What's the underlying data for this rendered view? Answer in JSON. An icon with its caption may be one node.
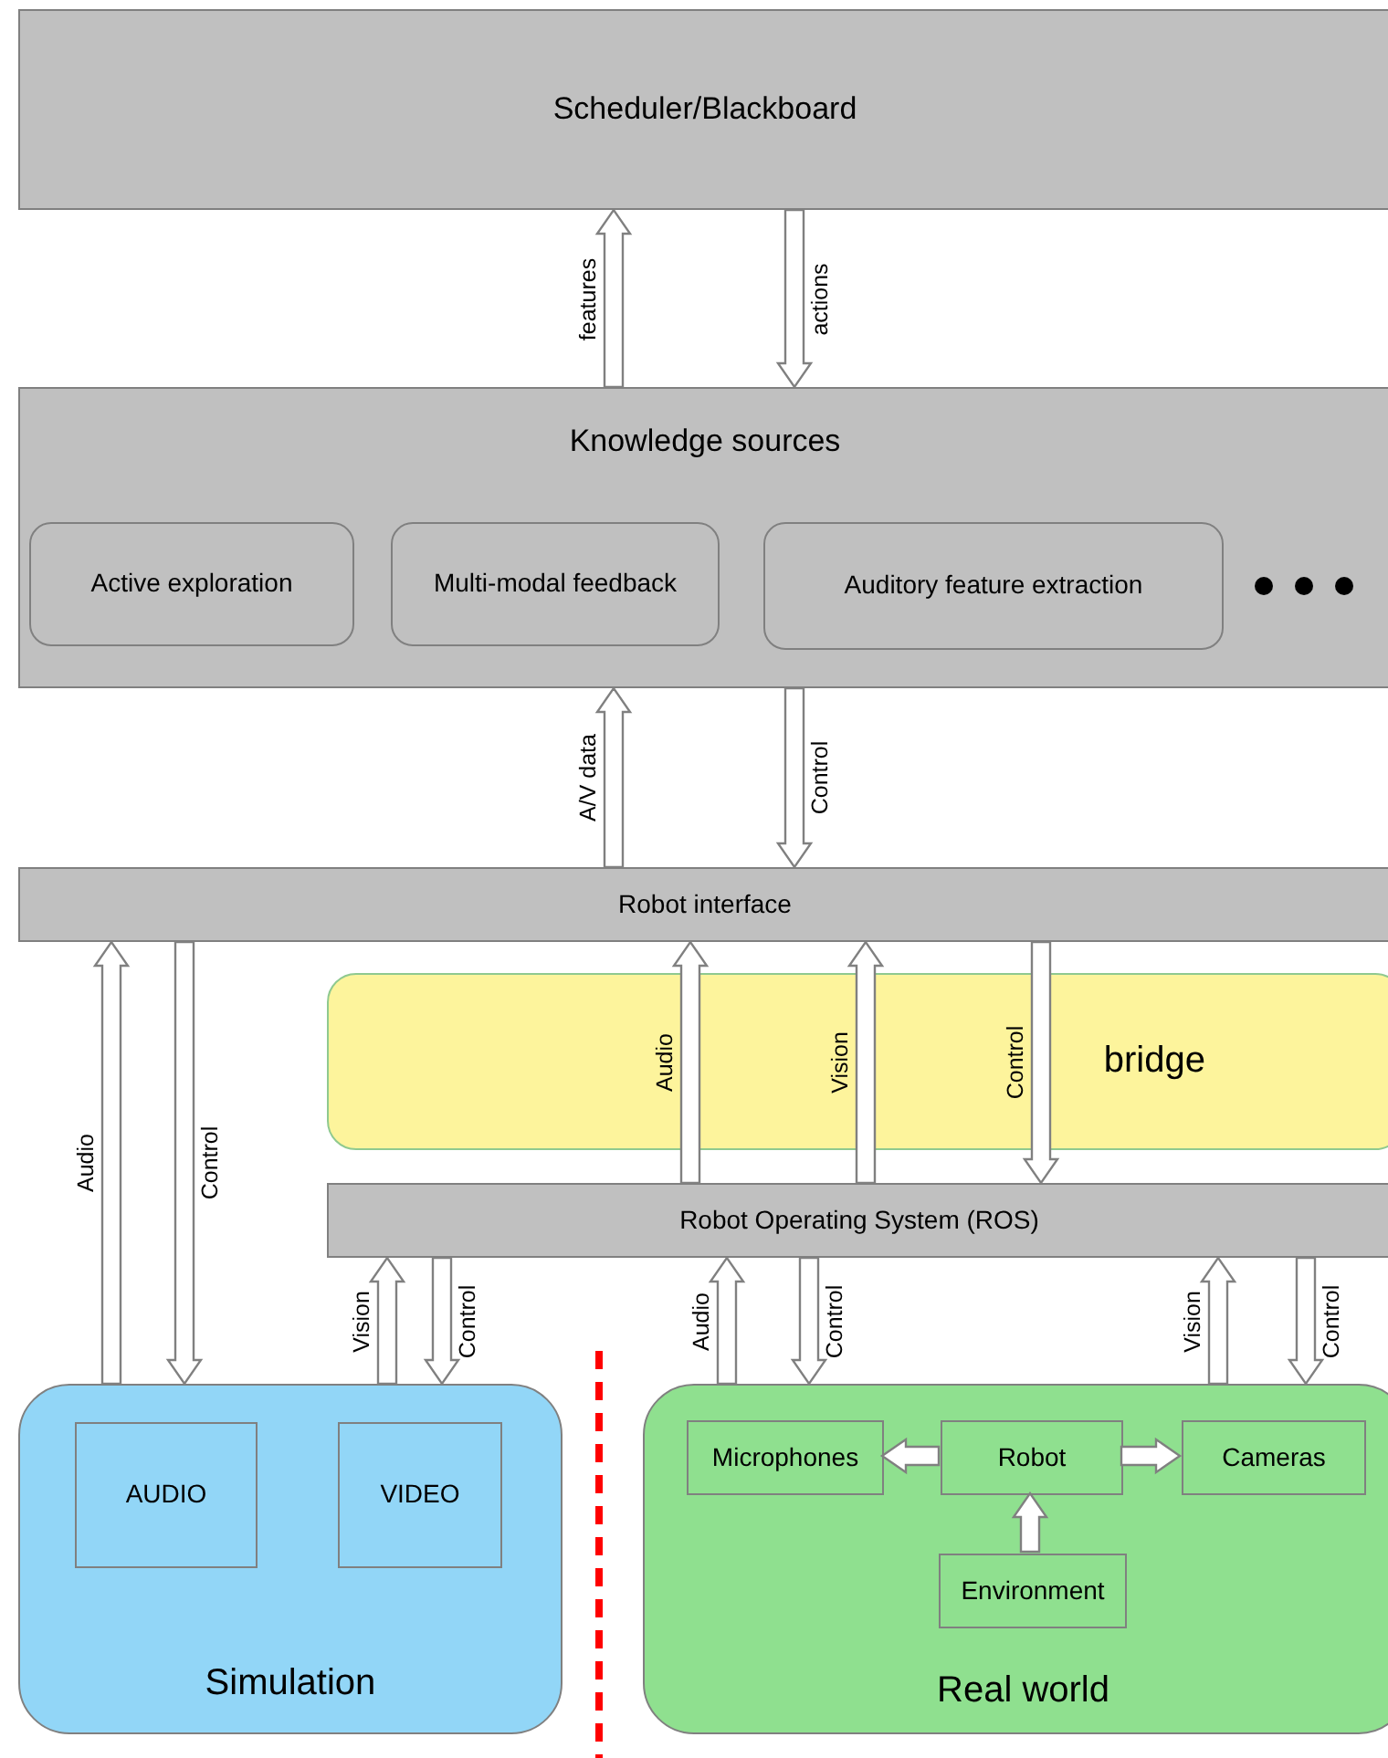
{
  "diagram": {
    "nodes": [
      {
        "text": [
          "Scheduler/Blackboard"
        ]
      },
      {
        "text": [
          "Knowledge sources"
        ]
      },
      {
        "text": [
          "Active exploration"
        ],
        "in": 1
      },
      {
        "text": [
          "Multi-modal feedback"
        ],
        "in": 1
      },
      {
        "text": [
          "Auditory feature extraction"
        ],
        "in": 1
      },
      {
        "text": [
          "Robot interface"
        ]
      },
      {
        "text": [
          "bridge"
        ]
      },
      {
        "text": [
          "Robot Operating System (ROS)"
        ]
      },
      {
        "text": [
          "Simulation"
        ]
      },
      {
        "text": [
          "AUDIO"
        ],
        "in": 8
      },
      {
        "text": [
          "VIDEO"
        ],
        "in": 8
      },
      {
        "text": [
          "Real world"
        ]
      },
      {
        "text": [
          "Microphones"
        ],
        "in": 11
      },
      {
        "text": [
          "Robot"
        ],
        "in": 11
      },
      {
        "text": [
          "Cameras"
        ],
        "in": 11
      },
      {
        "text": [
          "Environment"
        ],
        "in": 11
      }
    ],
    "edges": [
      {
        "from": 1,
        "to": 0,
        "arrow": "to",
        "label": "features"
      },
      {
        "from": 0,
        "to": 1,
        "arrow": "to",
        "label": "actions"
      },
      {
        "from": 5,
        "to": 1,
        "arrow": "to",
        "label": "A/V data"
      },
      {
        "from": 1,
        "to": 5,
        "arrow": "to",
        "label": "Control"
      },
      {
        "from": 8,
        "to": 5,
        "arrow": "to",
        "label": "Audio"
      },
      {
        "from": 5,
        "to": 8,
        "arrow": "to",
        "label": "Control"
      },
      {
        "from": 7,
        "to": 5,
        "arrow": "to",
        "label": "Audio"
      },
      {
        "from": 7,
        "to": 5,
        "arrow": "to",
        "label": "Vision"
      },
      {
        "from": 5,
        "to": 7,
        "arrow": "to",
        "label": "Control"
      },
      {
        "from": 8,
        "to": 7,
        "arrow": "to",
        "label": "Vision"
      },
      {
        "from": 7,
        "to": 8,
        "arrow": "to",
        "label": "Control"
      },
      {
        "from": 11,
        "to": 7,
        "arrow": "to",
        "label": "Audio"
      },
      {
        "from": 7,
        "to": 11,
        "arrow": "to",
        "label": "Control"
      },
      {
        "from": 11,
        "to": 7,
        "arrow": "to",
        "label": "Vision"
      },
      {
        "from": 7,
        "to": 11,
        "arrow": "to",
        "label": "Control"
      },
      {
        "from": 13,
        "to": 12,
        "arrow": "to"
      },
      {
        "from": 13,
        "to": 14,
        "arrow": "to"
      },
      {
        "from": 15,
        "to": 13,
        "arrow": "to"
      }
    ]
  }
}
